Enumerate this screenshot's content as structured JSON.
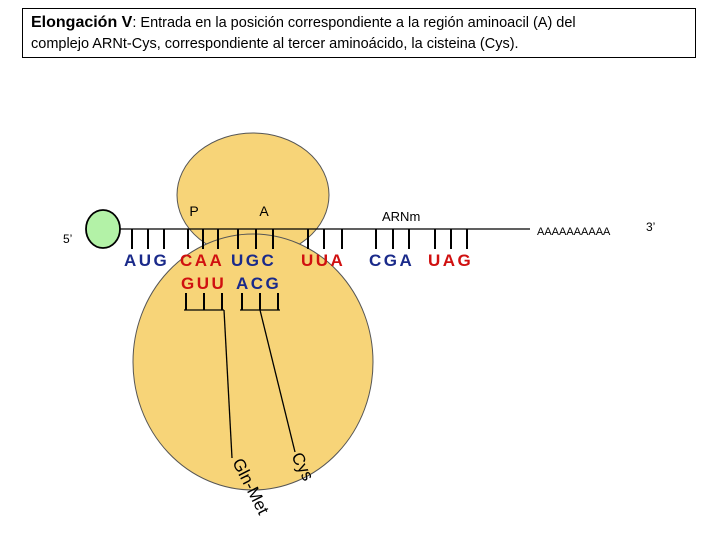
{
  "header": {
    "title_bold": "Elongación V",
    "title_rest": ": Entrada en la posición correspondiente a la región aminoacil (A) del",
    "line2": "complejo ARNt-Cys, correspondiente al tercer aminoácido, la cisteina (Cys)."
  },
  "diagram": {
    "site_p": "P",
    "site_a": "A",
    "mrna_label": "ARNm",
    "five_prime": "5’",
    "three_prime": "3’",
    "poly_a": "AAAAAAAAAA",
    "mrna_codons": [
      {
        "text": "AUG",
        "color": "#1a2a8a"
      },
      {
        "text": "CAA",
        "color": "#d01010"
      },
      {
        "text": "UGC",
        "color": "#1a2a8a"
      },
      {
        "text": "UUA",
        "color": "#d01010"
      },
      {
        "text": "CGA",
        "color": "#1a2a8a"
      },
      {
        "text": "UAG",
        "color": "#d01010"
      }
    ],
    "anticodons": [
      {
        "text": "GUU",
        "color": "#d01010"
      },
      {
        "text": "ACG",
        "color": "#1a2a8a"
      }
    ],
    "peptide_chain": "Gln-Met",
    "incoming_amino_acid": "Cys",
    "colors": {
      "ribosome": "#f7d478",
      "ribosome_stroke": "#555555",
      "cap": "#b3f2a7",
      "blue": "#1a2a8a",
      "red": "#d01010"
    }
  }
}
